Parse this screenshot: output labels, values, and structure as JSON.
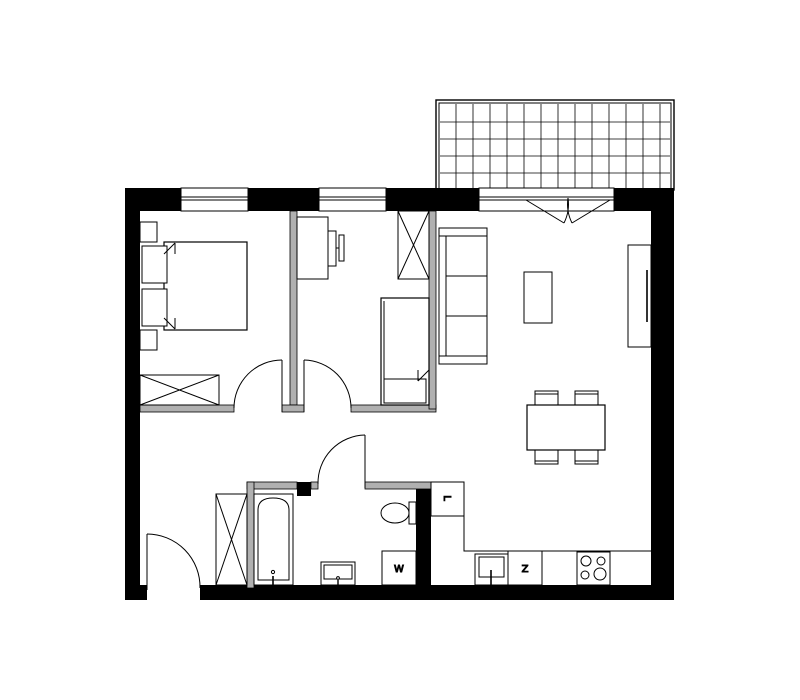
{
  "plan": {
    "wall_color": "#000000",
    "partition_color": "#b0b0b0",
    "line_color": "#000000",
    "background": "#ffffff",
    "labels": {
      "l": "L",
      "w": "W",
      "z": "Z"
    },
    "fixtures": [
      "balcony-grid",
      "double-bed-icon",
      "wardrobe-icon",
      "desk-icon",
      "single-bed-icon",
      "sofa-icon",
      "coffee-table-icon",
      "tv-cabinet-icon",
      "dining-table-icon",
      "bathtub-icon",
      "washbasin-icon",
      "toilet-icon",
      "washing-machine-icon",
      "fridge-icon",
      "kitchen-sink-icon",
      "stove-icon"
    ]
  }
}
